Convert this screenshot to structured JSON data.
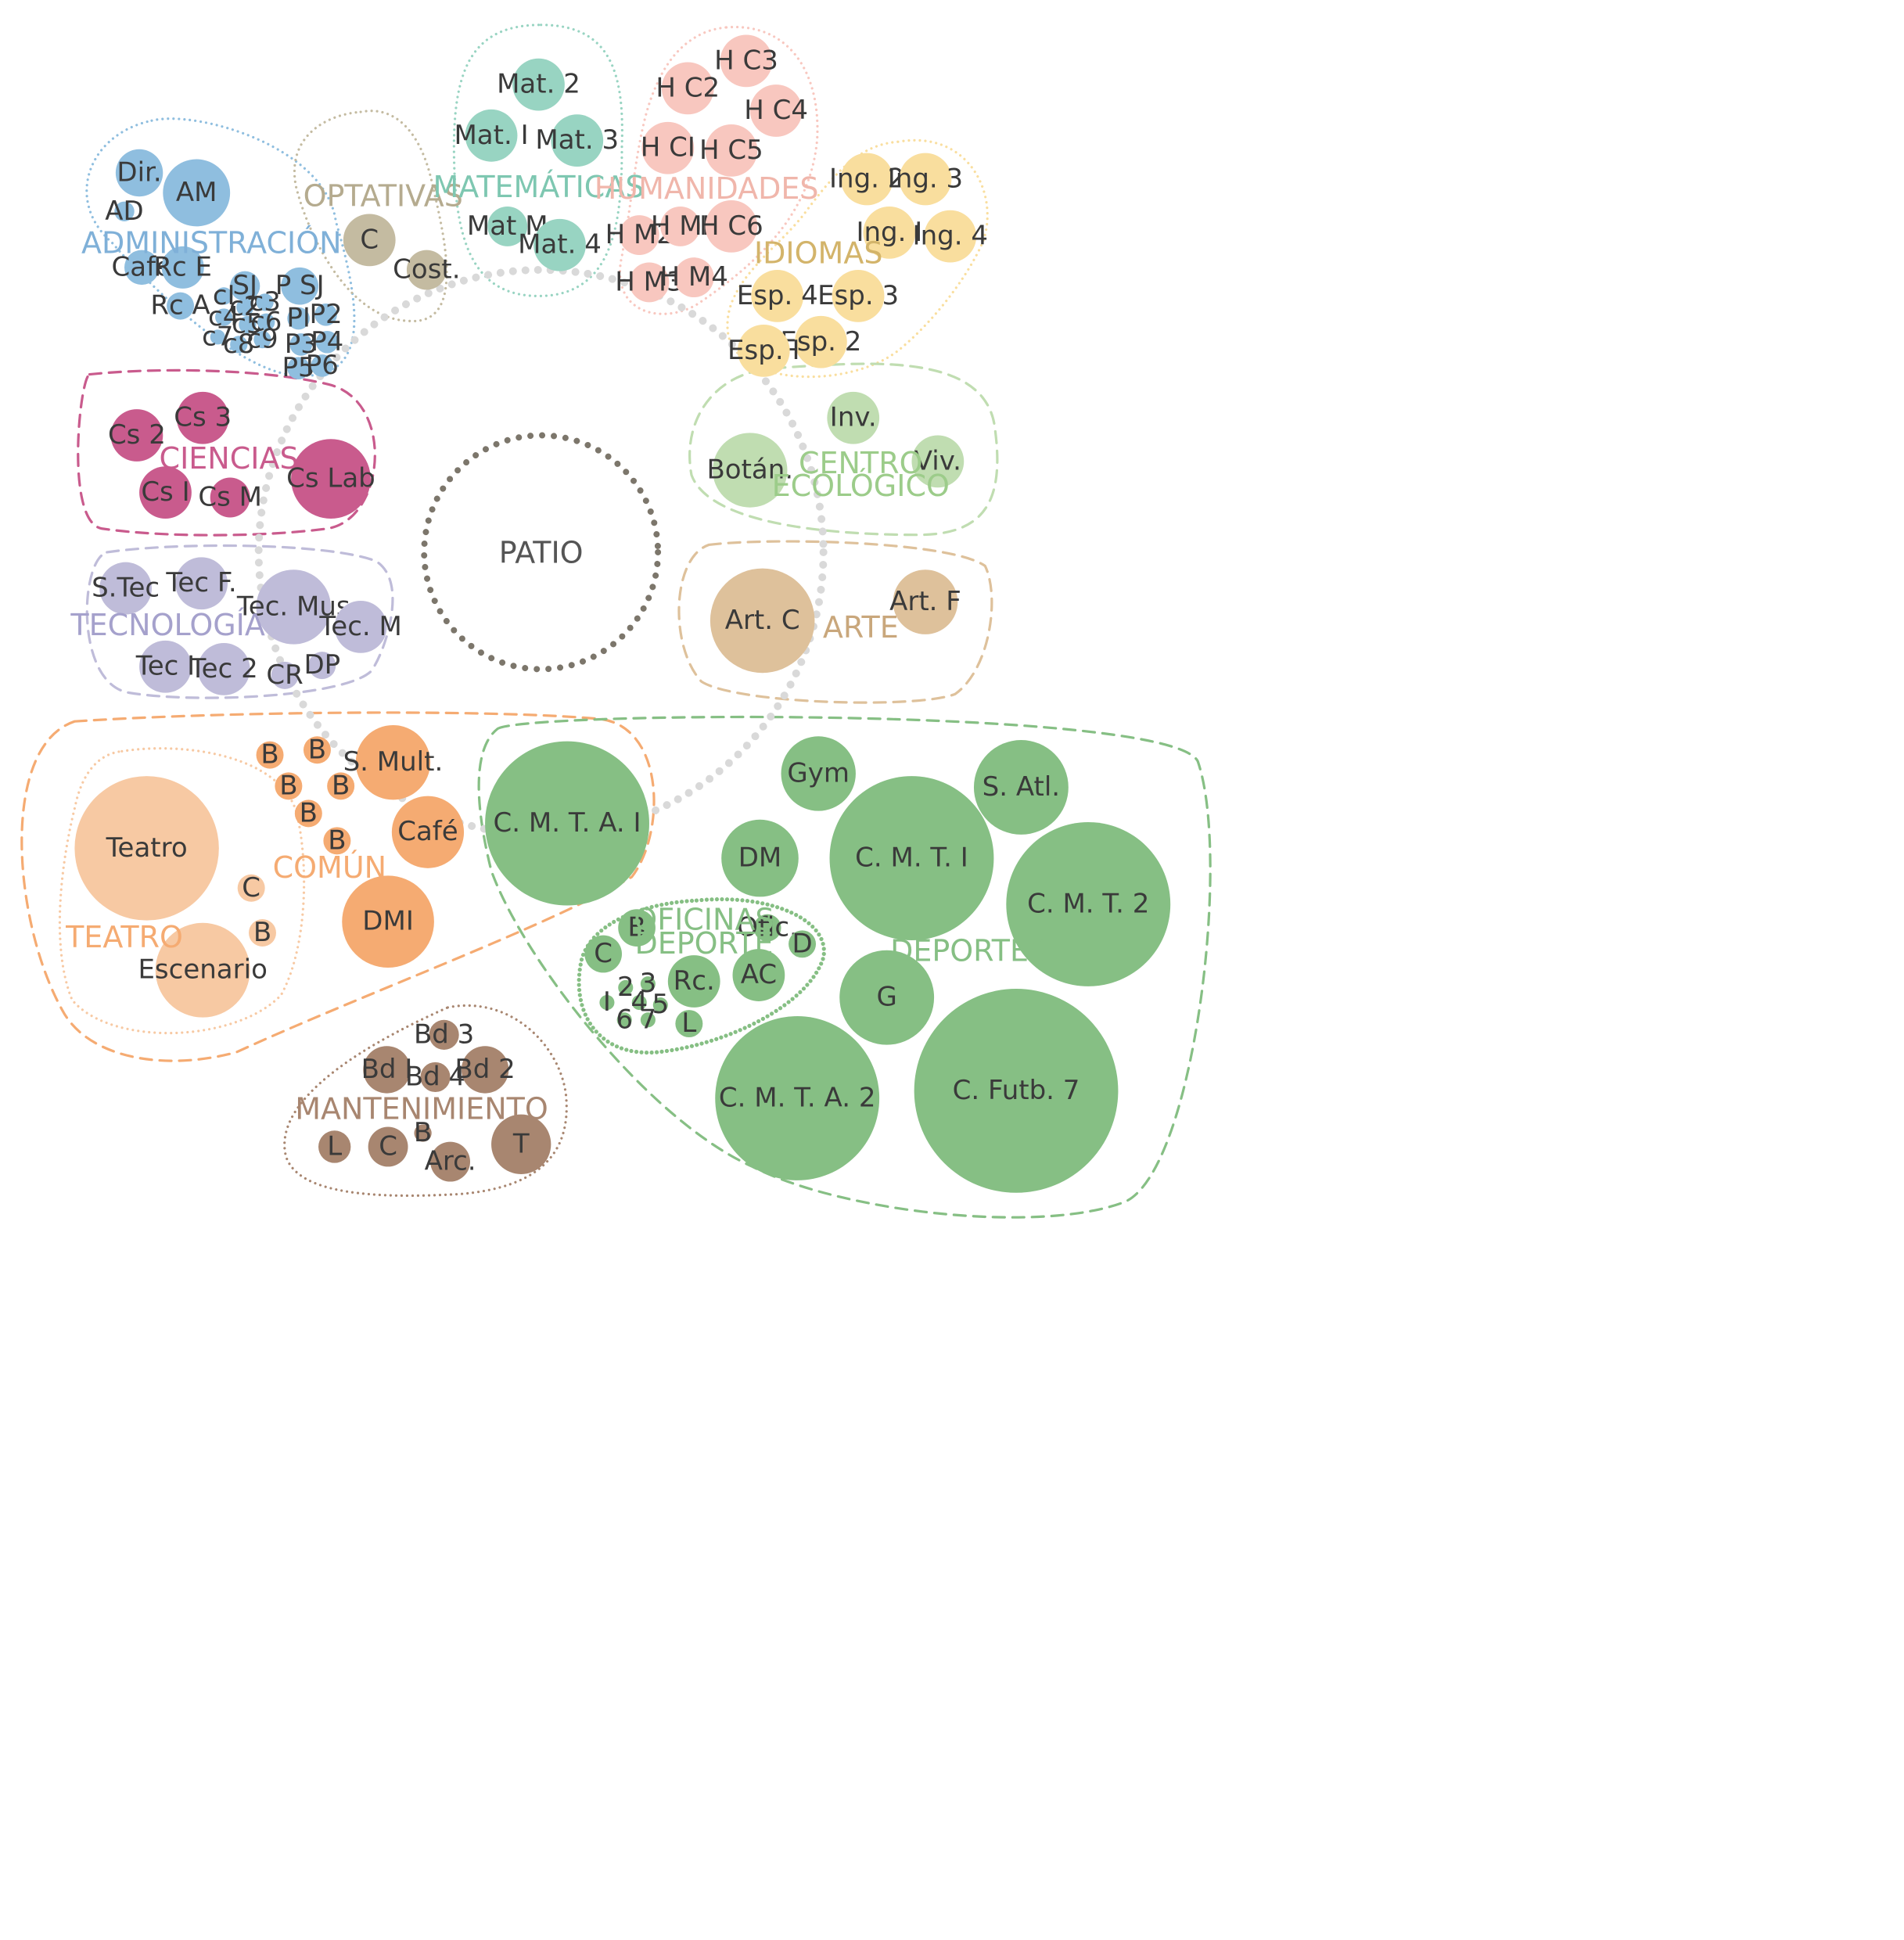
{
  "patio": {
    "label": "PATIO",
    "color": "#7c766b"
  },
  "ring_color": "#d9d9d9",
  "groups": [
    {
      "id": "admin",
      "label": [
        "ADMINISTRACIÓN"
      ],
      "color": "#8fbedf",
      "label_color": "#7fb0d8",
      "rooms": [
        "Dir.",
        "AM",
        "AD",
        "Café",
        "Rc E",
        "Rc A",
        "SJ",
        "P SJ",
        "cI",
        "c2",
        "c3",
        "c4",
        "c5",
        "c6",
        "c7",
        "c8",
        "c9",
        "PI",
        "P2",
        "P3",
        "P4",
        "P5",
        "P6"
      ]
    },
    {
      "id": "optativas",
      "label": [
        "OPTATIVAS"
      ],
      "color": "#c4bba1",
      "label_color": "#b5ab8f",
      "rooms": [
        "C",
        "Cost."
      ]
    },
    {
      "id": "matematicas",
      "label": [
        "MATEMÁTICAS"
      ],
      "color": "#98d4c2",
      "label_color": "#7ec7b1",
      "rooms": [
        "Mat. 2",
        "Mat. I",
        "Mat. 3",
        "Mat M",
        "Mat. 4"
      ]
    },
    {
      "id": "humanidades",
      "label": [
        "HUMANIDADES"
      ],
      "color": "#f8c7bf",
      "label_color": "#f0b6ab",
      "rooms": [
        "H C3",
        "H C2",
        "H C4",
        "H CI",
        "H C5",
        "H M2",
        "H MI",
        "H C6",
        "H M3",
        "H M4"
      ]
    },
    {
      "id": "idiomas",
      "label": [
        "IDIOMAS"
      ],
      "color": "#f9de9e",
      "label_color": "#d3b46a",
      "rooms": [
        "Ing. 2",
        "Ing. 3",
        "Ing. I",
        "Ing. 4",
        "Esp. 4",
        "Esp. 3",
        "Esp. 2",
        "Esp. I"
      ]
    },
    {
      "id": "ciencias",
      "label": [
        "CIENCIAS"
      ],
      "color": "#c95b8d",
      "label_color": "#c95b8d",
      "rooms": [
        "Cs 2",
        "Cs 3",
        "Cs I",
        "Cs M",
        "Cs Lab"
      ]
    },
    {
      "id": "centro",
      "label": [
        "CENTRO",
        "ECOLÓGICO"
      ],
      "color": "#c0ddb1",
      "label_color": "#9ccc8a",
      "rooms": [
        "Inv.",
        "Botán.",
        "Viv."
      ]
    },
    {
      "id": "tecnologia",
      "label": [
        "TECNOLOGÍA"
      ],
      "color": "#bfbcd9",
      "label_color": "#a5a1cc",
      "rooms": [
        "S.Tec",
        "Tec F.",
        "Tec. Mus",
        "Tec. M",
        "Tec I",
        "Tec 2",
        "CR",
        "DP"
      ]
    },
    {
      "id": "arte",
      "label": [
        "ARTE"
      ],
      "color": "#dec19b",
      "label_color": "#c9a77c",
      "rooms": [
        "Art. C",
        "Art. F"
      ]
    },
    {
      "id": "comun",
      "label": [
        "COMÚN"
      ],
      "color": "#f5ab72",
      "label_color": "#f5ab72",
      "rooms": [
        "B",
        "B",
        "S. Mult.",
        "B",
        "B",
        "B",
        "Café",
        "B",
        "DMI"
      ]
    },
    {
      "id": "teatro",
      "label": [
        "TEATRO"
      ],
      "color": "#f7c9a3",
      "label_color": "#f5ab72",
      "rooms": [
        "Teatro",
        "C",
        "B",
        "Escenario"
      ]
    },
    {
      "id": "deportes",
      "label": [
        "DEPORTES"
      ],
      "color": "#86bf84",
      "label_color": "#86bf84",
      "rooms": [
        "C. M. T. A. I",
        "Gym",
        "S. Atl.",
        "DM",
        "C. M. T. I",
        "C. M. T. 2",
        "G",
        "C. M. T. A. 2",
        "C. Futb. 7"
      ]
    },
    {
      "id": "oficinas",
      "label": [
        "OFICINAS",
        "DEPORTE"
      ],
      "color": "#86bf84",
      "label_color": "#86bf84",
      "rooms": [
        "B",
        "Ofic.",
        "D",
        "C",
        "Rc.",
        "AC",
        "2",
        "3",
        "I",
        "4",
        "5",
        "6",
        "7",
        "L"
      ]
    },
    {
      "id": "mantenimiento",
      "label": [
        "MANTENIMIENTO"
      ],
      "color": "#a88670",
      "label_color": "#a88670",
      "rooms": [
        "Bd 3",
        "Bd I",
        "Bd 4",
        "Bd 2",
        "L",
        "C",
        "B",
        "Arc.",
        "T"
      ]
    }
  ]
}
